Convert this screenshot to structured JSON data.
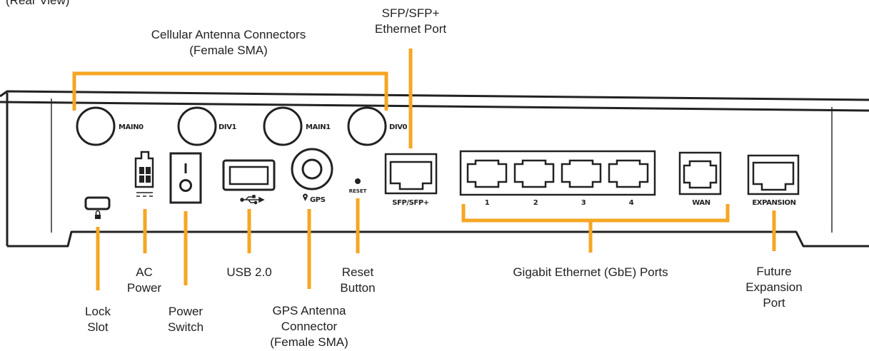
{
  "header_partial": "(Rear View)",
  "colors": {
    "accent": "#f5a623",
    "outline": "#222222",
    "background": "#ffffff"
  },
  "port_labels": {
    "main0": "MAIN0",
    "div1": "DIV1",
    "main1": "MAIN1",
    "div0": "DIV0",
    "reset": "RESET",
    "gps": "GPS",
    "sfp": "SFP/SFP+",
    "lan1": "1",
    "lan2": "2",
    "lan3": "3",
    "lan4": "4",
    "wan": "WAN",
    "expansion": "EXPANSION"
  },
  "icons": [
    "lock-icon",
    "dc-power-icon",
    "usb-icon",
    "gps-pin-icon"
  ],
  "callouts": {
    "cellular": [
      "Cellular Antenna Connectors",
      "(Female SMA)"
    ],
    "sfp": [
      "SFP/SFP+",
      "Ethernet Port"
    ],
    "lock": [
      "Lock",
      "Slot"
    ],
    "ac_power": [
      "AC",
      "Power"
    ],
    "power_switch": [
      "Power",
      "Switch"
    ],
    "usb": [
      "USB 2.0"
    ],
    "gps": [
      "GPS Antenna",
      "Connector",
      "(Female SMA)"
    ],
    "reset": [
      "Reset",
      "Button"
    ],
    "gbe": [
      "Gigabit Ethernet (GbE) Ports"
    ],
    "expansion": [
      "Future",
      "Expansion",
      "Port"
    ]
  }
}
